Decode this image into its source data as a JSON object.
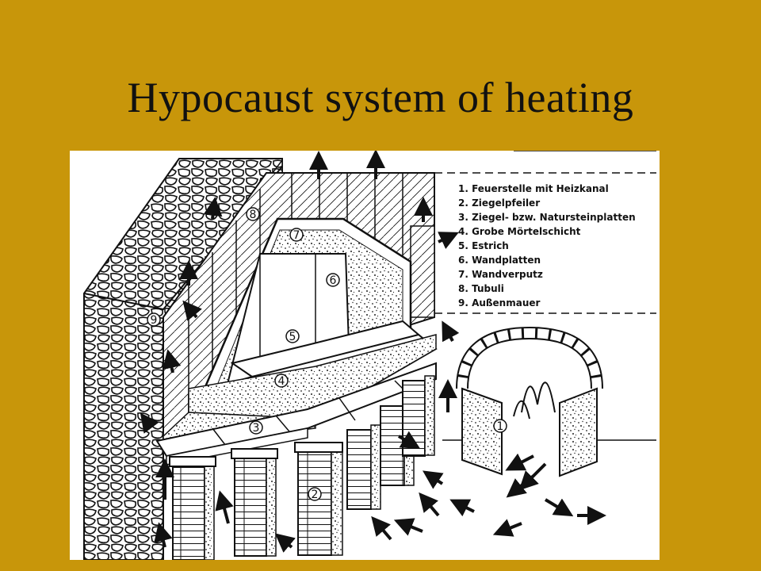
{
  "slide": {
    "title": "Hypocaust system of heating",
    "background_color": "#C8960A"
  },
  "diagram": {
    "legend": [
      "1. Feuerstelle mit Heizkanal",
      "2. Ziegelpfeiler",
      "3. Ziegel- bzw. Natursteinplatten",
      "4. Grobe Mörtelschicht",
      "5. Estrich",
      "6. Wandplatten",
      "7. Wandverputz",
      "8. Tubuli",
      "9. Außenmauer"
    ],
    "labels": [
      "1",
      "2",
      "3",
      "4",
      "5",
      "6",
      "7",
      "8",
      "9"
    ]
  }
}
